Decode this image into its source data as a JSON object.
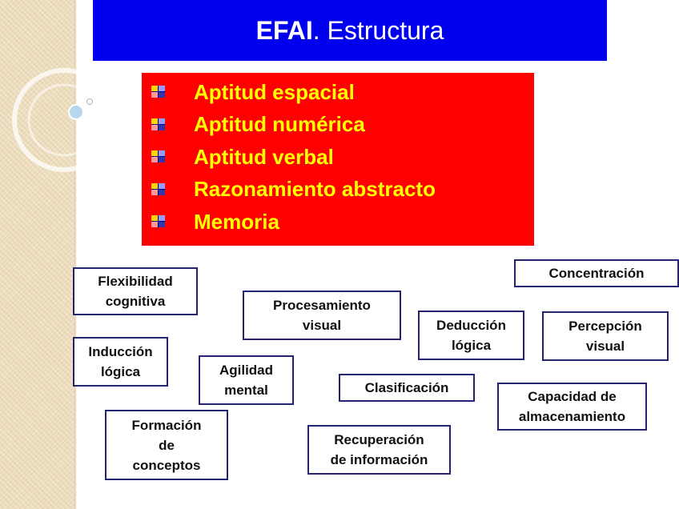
{
  "slide": {
    "title_bold": "EFAI",
    "title_rest": ". Estructura",
    "aptitudes": [
      "Aptitud espacial",
      "Aptitud numérica",
      "Aptitud verbal",
      "Razonamiento abstracto",
      "Memoria"
    ],
    "factors": {
      "flexibilidad": "Flexibilidad\ncognitiva",
      "concentracion": "Concentración",
      "procesamiento": "Procesamiento\nvisual",
      "deduccion": "Deducción\nlógica",
      "percepcion": "Percepción\nvisual",
      "induccion": "Inducción\nlógica",
      "agilidad": "Agilidad\nmental",
      "clasificacion": "Clasificación",
      "capacidad": "Capacidad de\nalmacenamiento",
      "formacion": "Formación\nde\nconceptos",
      "recuperacion": "Recuperación\nde información"
    }
  },
  "colors": {
    "title_bg": "#0000ee",
    "box_bg": "#ff0000",
    "aptitude_text": "#ffff00",
    "factor_border": "#232370"
  },
  "icons": {
    "bullet": "windows-flag-icon"
  }
}
